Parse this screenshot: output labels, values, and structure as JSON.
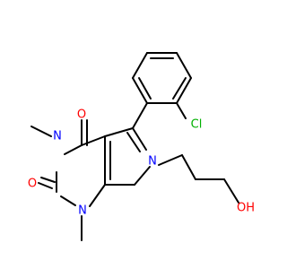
{
  "atom_labels": {
    "cl": "Cl",
    "o_top": "O",
    "o_left": "O",
    "n_top": "N",
    "n_bottom": "N",
    "n_pyrrole": "N",
    "oh": "OH"
  },
  "colors": {
    "bond": "#000000",
    "nitrogen": "#0000ff",
    "oxygen": "#ff0000",
    "chlorine": "#00b000"
  }
}
